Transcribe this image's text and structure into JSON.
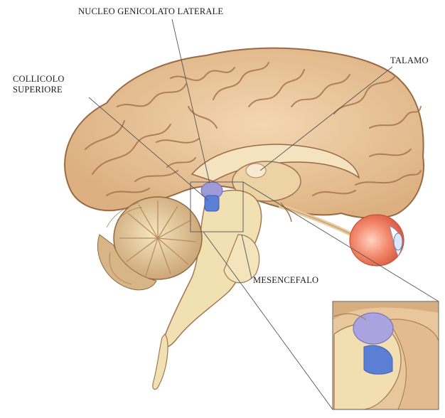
{
  "labels": {
    "nucleo_genicolato_laterale": "NUCLEO GENICOLATO LATERALE",
    "talamo": "TALAMO",
    "collicolo_line1": "COLLICOLO",
    "collicolo_line2": "SUPERIORE",
    "mesencefalo": "MESENCEFALO"
  },
  "colors": {
    "cortex": "#e9c79e",
    "sulcus": "#a9734a",
    "brainstem": "#f1e0b2",
    "cerebellum": "#d8b888",
    "highlight_blue": "#5c7fd6",
    "highlight_violet": "#9f99d8",
    "eye": "#f08a6c",
    "leader_line": "#555555"
  }
}
